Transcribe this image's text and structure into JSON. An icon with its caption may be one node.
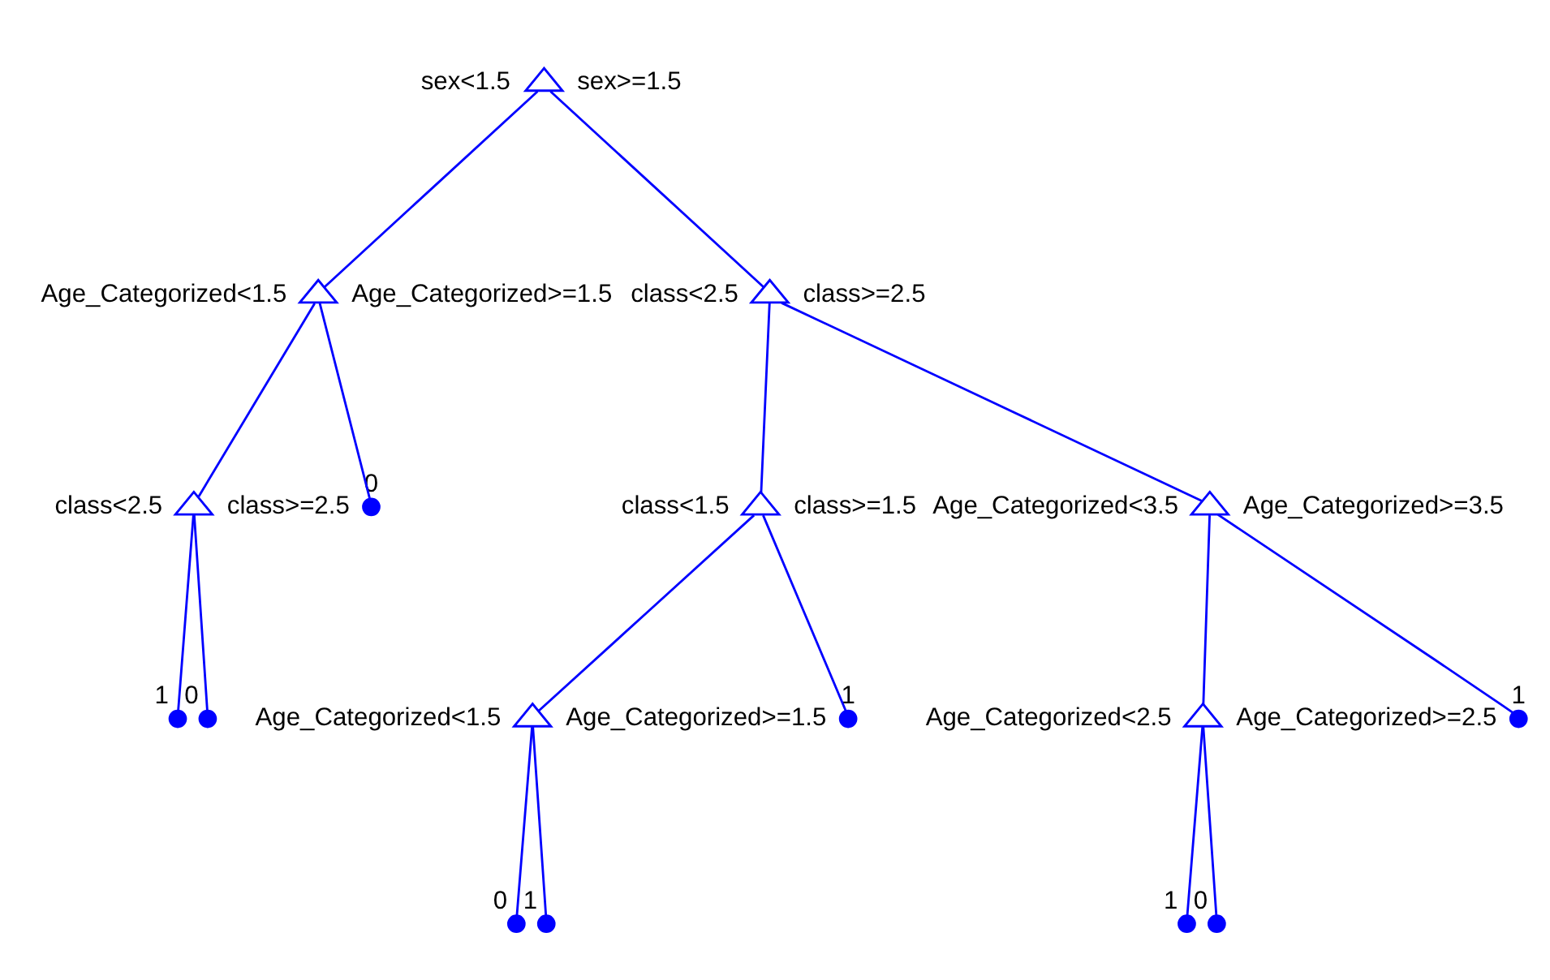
{
  "diagram": {
    "nodes": [
      {
        "text": [],
        "shape": "triangle",
        "beside": [
          "sex<1.5",
          "sex>=1.5"
        ]
      },
      {
        "text": [],
        "shape": "triangle",
        "beside": [
          "Age_Categorized<1.5",
          "Age_Categorized>=1.5"
        ]
      },
      {
        "text": [],
        "shape": "triangle",
        "beside": [
          "class<2.5",
          "class>=2.5"
        ]
      },
      {
        "text": [],
        "shape": "triangle",
        "beside": [
          "class<2.5",
          "class>=2.5"
        ]
      },
      {
        "text": [],
        "shape": "circle",
        "beside": [
          "0"
        ]
      },
      {
        "text": [],
        "shape": "triangle",
        "beside": [
          "class<1.5",
          "class>=1.5"
        ]
      },
      {
        "text": [],
        "shape": "triangle",
        "beside": [
          "Age_Categorized<3.5",
          "Age_Categorized>=3.5"
        ]
      },
      {
        "text": [],
        "shape": "circle",
        "beside": [
          "1"
        ]
      },
      {
        "text": [],
        "shape": "circle",
        "beside": [
          "0"
        ]
      },
      {
        "text": [],
        "shape": "triangle",
        "beside": [
          "Age_Categorized<1.5",
          "Age_Categorized>=1.5"
        ]
      },
      {
        "text": [],
        "shape": "circle",
        "beside": [
          "1"
        ]
      },
      {
        "text": [],
        "shape": "triangle",
        "beside": [
          "Age_Categorized<2.5",
          "Age_Categorized>=2.5"
        ]
      },
      {
        "text": [],
        "shape": "circle",
        "beside": [
          "1"
        ]
      },
      {
        "text": [],
        "shape": "circle",
        "beside": [
          "0"
        ]
      },
      {
        "text": [],
        "shape": "circle",
        "beside": [
          "1"
        ]
      },
      {
        "text": [],
        "shape": "circle",
        "beside": [
          "1"
        ]
      },
      {
        "text": [],
        "shape": "circle",
        "beside": [
          "0"
        ]
      }
    ],
    "edges": [
      {
        "from": 0,
        "to": 1,
        "arrow": "none"
      },
      {
        "from": 0,
        "to": 2,
        "arrow": "none"
      },
      {
        "from": 1,
        "to": 3,
        "arrow": "none"
      },
      {
        "from": 1,
        "to": 4,
        "arrow": "none"
      },
      {
        "from": 2,
        "to": 5,
        "arrow": "none"
      },
      {
        "from": 2,
        "to": 6,
        "arrow": "none"
      },
      {
        "from": 3,
        "to": 7,
        "arrow": "none"
      },
      {
        "from": 3,
        "to": 8,
        "arrow": "none"
      },
      {
        "from": 5,
        "to": 9,
        "arrow": "none"
      },
      {
        "from": 5,
        "to": 10,
        "arrow": "none"
      },
      {
        "from": 6,
        "to": 11,
        "arrow": "none"
      },
      {
        "from": 6,
        "to": 12,
        "arrow": "none"
      },
      {
        "from": 9,
        "to": 13,
        "arrow": "none"
      },
      {
        "from": 9,
        "to": 14,
        "arrow": "none"
      },
      {
        "from": 11,
        "to": 15,
        "arrow": "none"
      },
      {
        "from": 11,
        "to": 16,
        "arrow": "none"
      }
    ]
  }
}
